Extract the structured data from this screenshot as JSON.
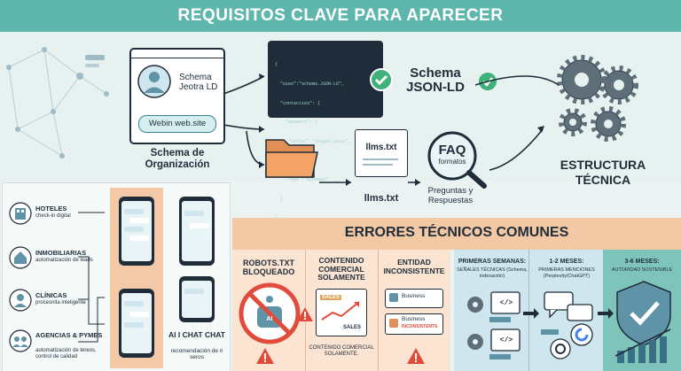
{
  "title": "REQUISITOS CLAVE PARA APARECER",
  "top": {
    "org_card": {
      "name": "Schema Jeotra LD",
      "site": "Webin web.site",
      "caption": "Schema de Organización"
    },
    "code_lines": [
      "{",
      "\"aieo\":\"schema.JSON-LD\",",
      "\"contacties\": {",
      "\"answers\": {",
      "\"title\": \"organc.pata\",",
      "},",
      "\"type\":\"schemas\"",
      "}",
      "}"
    ],
    "schema_label": "Schema JSON-LD",
    "llms_label": "llms.txt",
    "llms_caption": "llms.txt",
    "faq": {
      "title": "FAQ",
      "sub": "formatos",
      "caption": "Preguntas y Respuestas"
    },
    "struct": "ESTRUCTURA TÉCNICA"
  },
  "sectors": [
    {
      "title": "HOTELES",
      "sub": "check-in digital"
    },
    {
      "title": "INMOBILIARIAS",
      "sub": "automatización de leads"
    },
    {
      "title": "CLÍNICAS",
      "sub": "procesnita inteligente"
    },
    {
      "title": "AGENCIAS & PYMES",
      "sub": "automatización de tereos, control de calidad"
    }
  ],
  "phones": {
    "ai_label": "AI",
    "caption_title": "AI I CHAT CHAT",
    "caption_sub": "recomendación de ri seros"
  },
  "errors": {
    "title": "ERRORES TÉCNICOS COMUNES",
    "items": [
      {
        "title": "ROBOTS.TXT BLOQUEADO"
      },
      {
        "title": "CONTENIDO COMERCIAL SOLAMENTE",
        "sales1": "SALES",
        "sales2": "SALES",
        "caption": "CONTENIDO COMERCIAL SOLAMENTE."
      },
      {
        "title": "ENTIDAD INCONSISTENTE",
        "b1": "Business",
        "b2": "Business",
        "b2sub": "INCONSISTENTE"
      }
    ]
  },
  "timeline": [
    {
      "title": "PRIMERAS SEMANAS:",
      "sub": "SEÑALES TÉCNICAS (Schema, indexación)"
    },
    {
      "title": "1-2 MESES:",
      "sub": "PRIMERAS MENCIONES (Perplexity/ChatGPT)"
    },
    {
      "title": "3-6 MESES:",
      "sub": "AUTORIDAD SOSTENIBLE"
    }
  ],
  "robot_label": "AI",
  "code_icon": "</>",
  "colors": {
    "teal": "#5fb6ad",
    "navy": "#1f2d3a",
    "orange": "#f3c8a5",
    "red": "#e04b3c",
    "green": "#3fb17a"
  }
}
